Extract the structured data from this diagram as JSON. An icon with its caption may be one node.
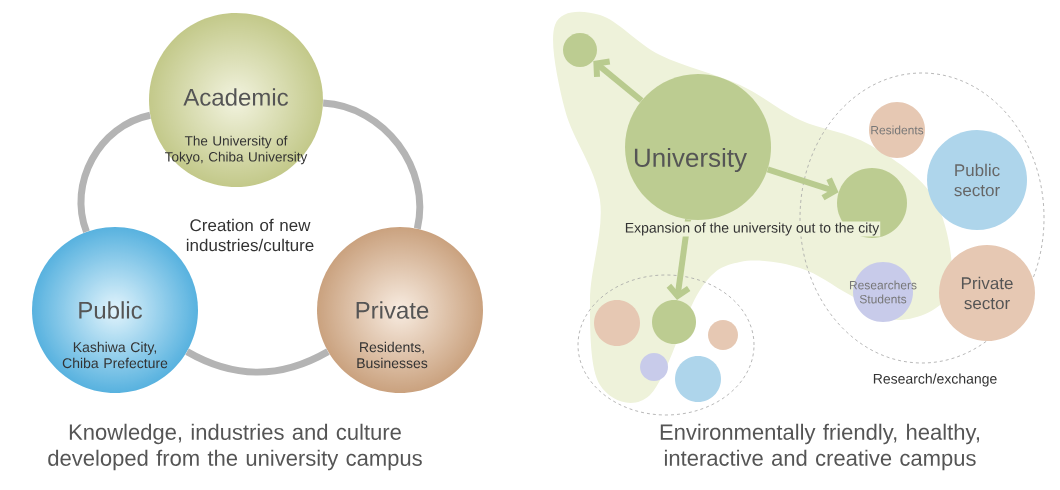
{
  "diagram": {
    "nodes": [
      {
        "text": [
          "Academic",
          "The University of Tokyo, Chiba University"
        ]
      },
      {
        "text": [
          "Public",
          "Kashiwa City, Chiba Prefecture"
        ]
      },
      {
        "text": [
          "Private",
          "Residents, Businesses"
        ]
      },
      {
        "text": [],
        "shape": "circle"
      },
      {
        "text": [
          "University"
        ]
      },
      {
        "text": [],
        "shape": "ellipse",
        "beside": [
          "Research/exchange"
        ]
      },
      {
        "text": [
          "Residents"
        ],
        "in": 5
      },
      {
        "text": [],
        "shape": "circle",
        "in": 5
      },
      {
        "text": [
          "Public sector"
        ],
        "in": 5
      },
      {
        "text": [
          "Researchers Students"
        ],
        "in": 5
      },
      {
        "text": [
          "Private sector"
        ],
        "in": 5
      },
      {
        "text": [],
        "shape": "ellipse"
      },
      {
        "text": [],
        "shape": "circle",
        "in": 11
      },
      {
        "text": [],
        "shape": "circle",
        "in": 11
      },
      {
        "text": [],
        "shape": "circle",
        "in": 11
      },
      {
        "text": [],
        "shape": "circle",
        "in": 11
      },
      {
        "text": [],
        "shape": "circle",
        "in": 11
      }
    ],
    "edges": [
      {
        "from": 0,
        "to": 1,
        "arrow": "none"
      },
      {
        "from": 1,
        "to": 2,
        "arrow": "none"
      },
      {
        "from": 2,
        "to": 0,
        "arrow": "none"
      },
      {
        "from": 4,
        "to": 3,
        "arrow": "to",
        "color": "#b9cb8f"
      },
      {
        "from": 4,
        "to": 7,
        "arrow": "to",
        "color": "#b9cb8f"
      },
      {
        "from": 4,
        "to": 13,
        "arrow": "to",
        "color": "#b9cb8f"
      }
    ],
    "labels": [
      "Creation of new industries/culture",
      "Expansion of the university out to the city",
      "Knowledge, industries and culture developed from the university campus",
      "Environmentally friendly, healthy, interactive and creative campus"
    ]
  }
}
